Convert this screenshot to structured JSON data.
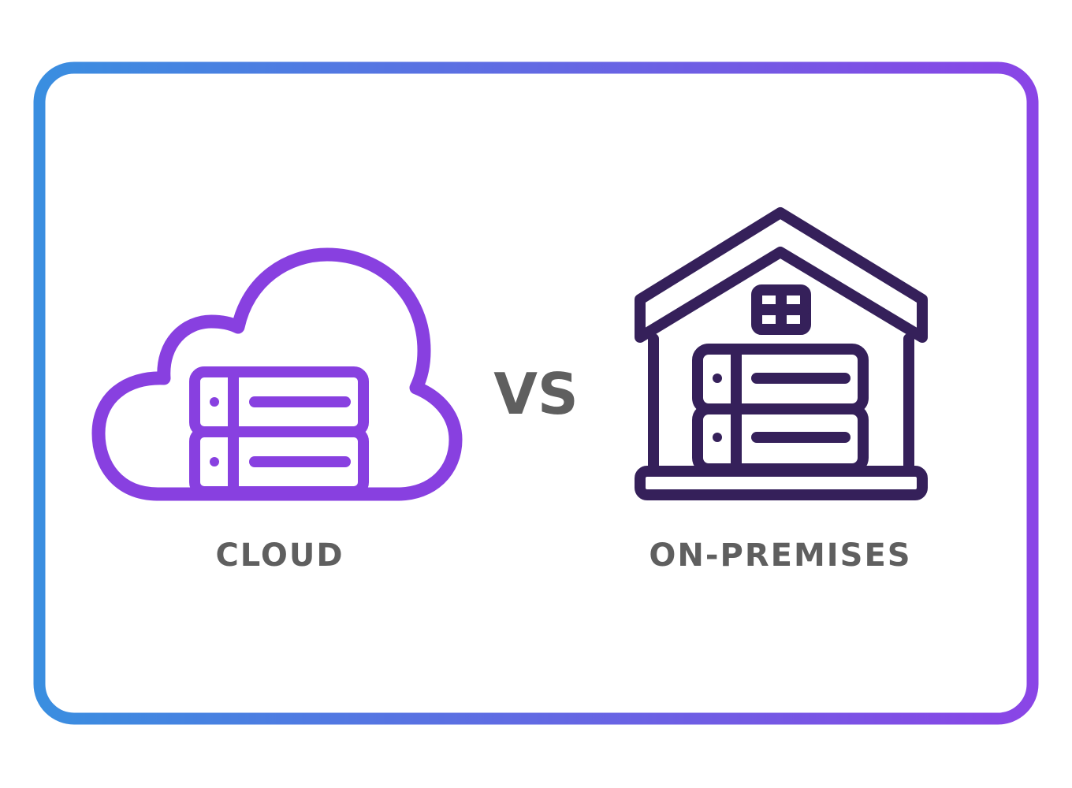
{
  "cloud": {
    "label": "CLOUD",
    "icon": "cloud-server-icon",
    "color": "#8840e0"
  },
  "versus": {
    "label": "VS"
  },
  "on_premises": {
    "label": "ON-PREMISES",
    "icon": "house-server-icon",
    "color": "#35205a"
  },
  "colors": {
    "frame_gradient_start": "#3a8ee0",
    "frame_gradient_end": "#8a45e6",
    "label_text": "#5f5f5f"
  }
}
